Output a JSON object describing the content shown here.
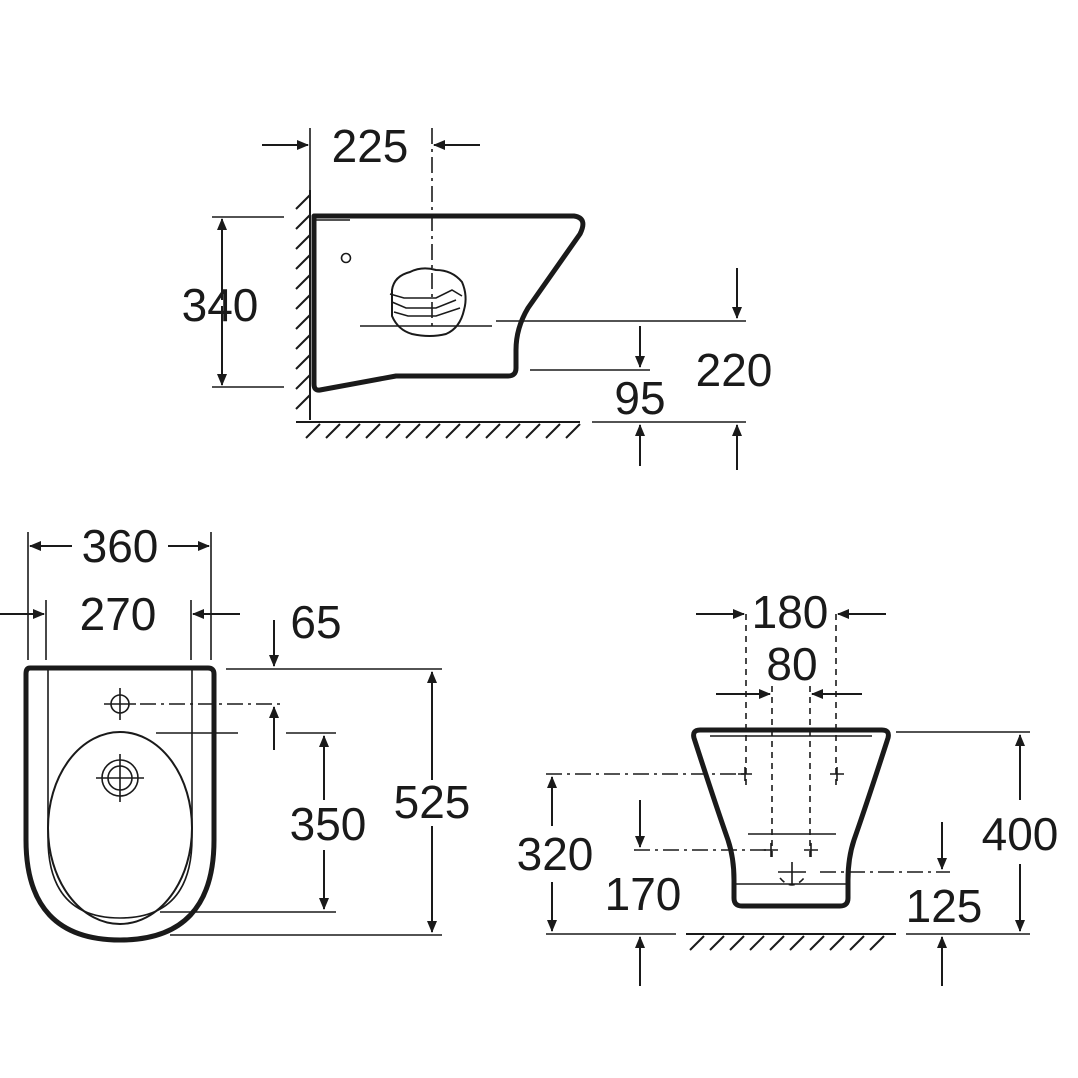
{
  "side_view": {
    "dim_width": "225",
    "dim_height": "340",
    "dim_outlet_height": "220",
    "dim_bottom_clearance": "95"
  },
  "top_view": {
    "dim_overall_width": "360",
    "dim_inner_width": "270",
    "dim_rim_offset": "65",
    "dim_tap_to_bowl": "350",
    "dim_length": "525"
  },
  "back_view": {
    "dim_fixing_spacing": "180",
    "dim_inlet_spacing": "80",
    "dim_height": "400",
    "dim_upper_fixing_height": "320",
    "dim_lower_fixing_height": "170",
    "dim_outlet_height": "125"
  }
}
